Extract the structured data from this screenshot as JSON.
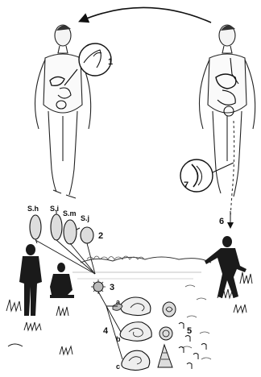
{
  "stages": {
    "stage_1": "1",
    "stage_2": "2",
    "stage_3": "3",
    "stage_4": "4",
    "stage_5": "5",
    "stage_6": "6",
    "stage_7": "7"
  },
  "eggs": {
    "sh": "S.h",
    "si": "S.i",
    "sm": "S.m",
    "sj": "S.j"
  },
  "snail_letters": {
    "a": "a",
    "b": "b",
    "c": "c"
  },
  "colors": {
    "ink": "#111111",
    "paper": "#ffffff",
    "shade": "#555555"
  }
}
